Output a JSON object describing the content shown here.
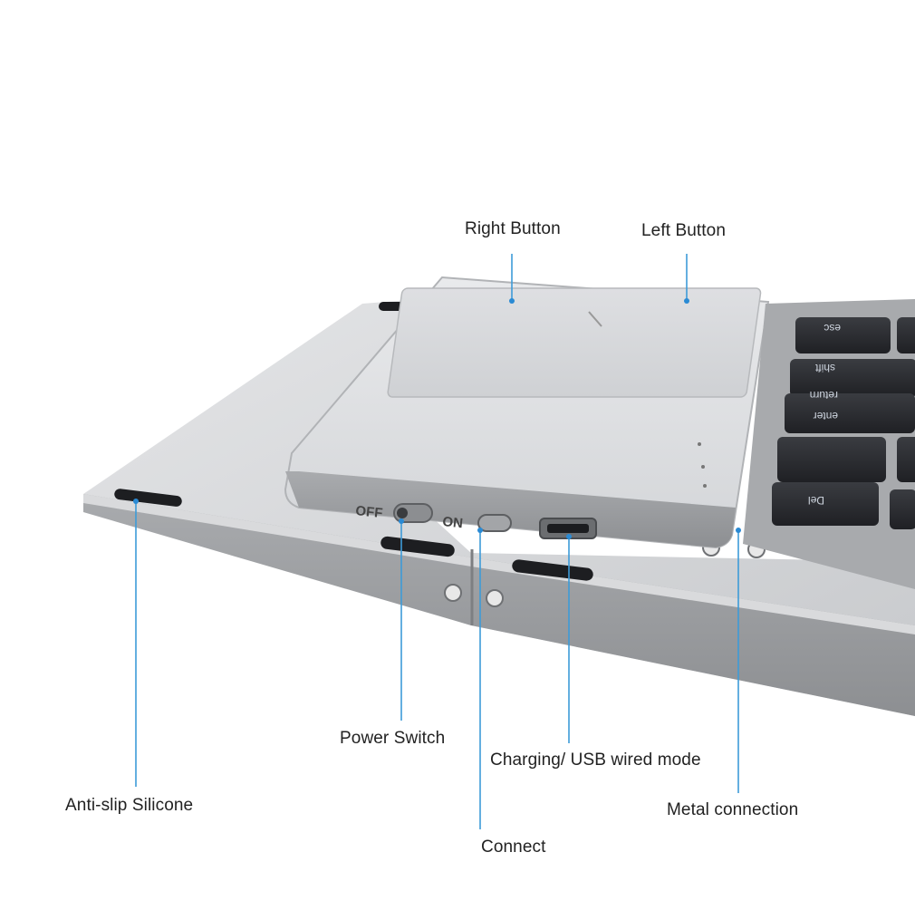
{
  "callouts": {
    "right_button": "Right Button",
    "left_button": "Left Button",
    "power_switch": "Power Switch",
    "charging_usb": "Charging/ USB wired mode",
    "anti_slip": "Anti-slip Silicone",
    "connect": "Connect",
    "metal_connection": "Metal connection"
  },
  "switch_labels": {
    "off": "OFF",
    "on": "ON"
  },
  "keys": [
    "esc",
    "shift",
    "return",
    "enter",
    "Del"
  ],
  "colors": {
    "callout_line": "#3d9bd8",
    "callout_dot": "#2a8ad4",
    "body": "#b9bbbe",
    "keycap": "#2b2d31"
  }
}
